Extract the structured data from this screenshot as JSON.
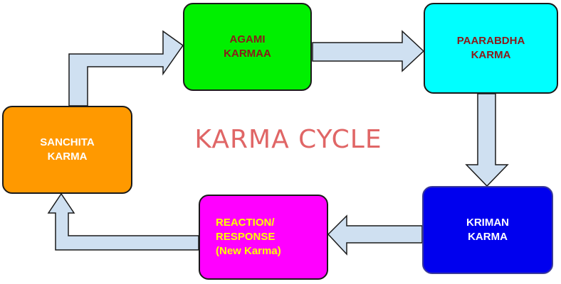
{
  "title": "KARMA CYCLE",
  "nodes": {
    "agami": [
      "AGAMI",
      "KARMAA"
    ],
    "paarabdha": [
      "PAARABDHA",
      "KARMA"
    ],
    "kriman": [
      "KRIMAN",
      "KARMA"
    ],
    "reaction": [
      "REACTION/",
      "RESPONSE",
      "(New Karma)"
    ],
    "sanchita": [
      "SANCHITA",
      "KARMA"
    ]
  },
  "colors": {
    "arrow_fill": "#cfe0f1",
    "arrow_stroke": "#1a1a1a",
    "title": "#e06666"
  }
}
